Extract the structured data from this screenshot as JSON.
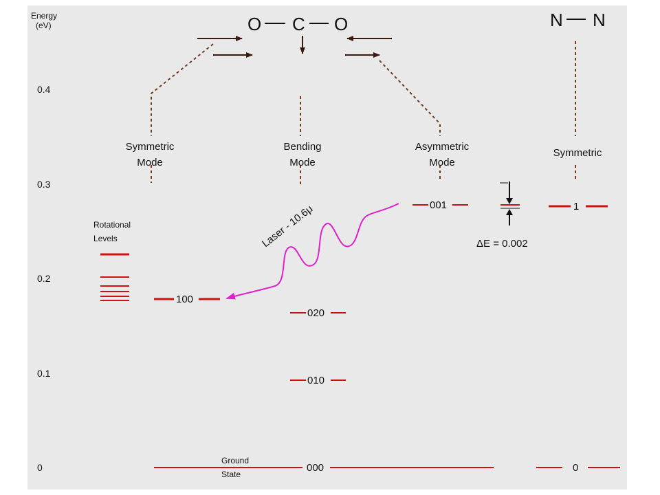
{
  "colors": {
    "background": "#e9e9e9",
    "level_line": "#cc1111",
    "laser": "#dd22cc",
    "text": "#111111",
    "dashed": "#6b3a1f"
  },
  "axis": {
    "title_line1": "Energy",
    "title_line2": "(eV)",
    "ticks": [
      "0.4",
      "0.3",
      "0.2",
      "0.1",
      "0"
    ]
  },
  "co2": {
    "atom_left": "O",
    "atom_center": "C",
    "atom_right": "O",
    "modes": {
      "symmetric_line1": "Symmetric",
      "symmetric_line2": "Mode",
      "bending_line1": "Bending",
      "bending_line2": "Mode",
      "asymmetric_line1": "Asymmetric",
      "asymmetric_line2": "Mode"
    }
  },
  "n2": {
    "atom_left": "N",
    "atom_right": "N",
    "mode": "Symmetric",
    "levels": [
      "1",
      "0"
    ]
  },
  "levels": {
    "l100": "100",
    "l020": "020",
    "l010": "010",
    "l001": "001",
    "l000": "000"
  },
  "rotational": {
    "line1": "Rotational",
    "line2": "Levels"
  },
  "ground": {
    "line1": "Ground",
    "line2": "State"
  },
  "laser_label": "Laser - 10.6μ",
  "delta_e": "ΔE = 0.002"
}
